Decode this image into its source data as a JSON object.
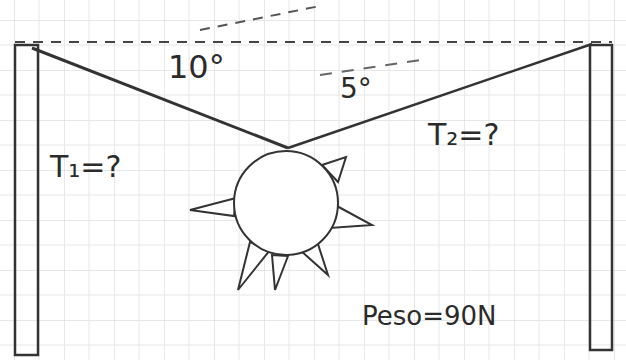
{
  "diagram": {
    "labels": [
      "10°",
      "5°",
      "T₁=?",
      "T₂=?",
      "Peso=90N"
    ]
  }
}
